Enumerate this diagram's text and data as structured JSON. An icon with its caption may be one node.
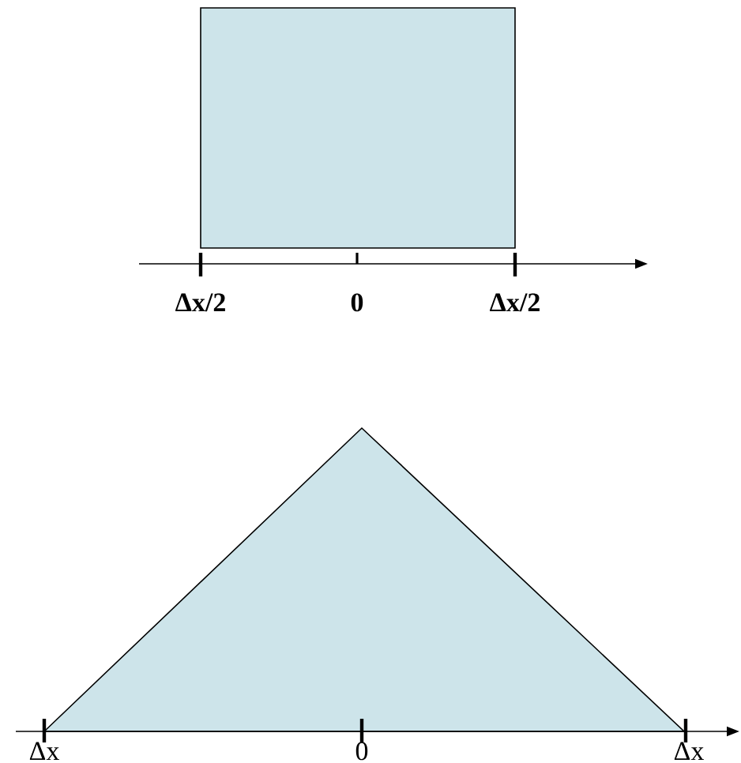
{
  "diagram": {
    "nodes": [
      {
        "text": [],
        "shape": "box"
      },
      {
        "text": [],
        "shape": "triangle"
      }
    ],
    "labels": [
      "Δx/2",
      "0",
      "Δx/2",
      "Δx",
      "0",
      "Δx"
    ]
  }
}
